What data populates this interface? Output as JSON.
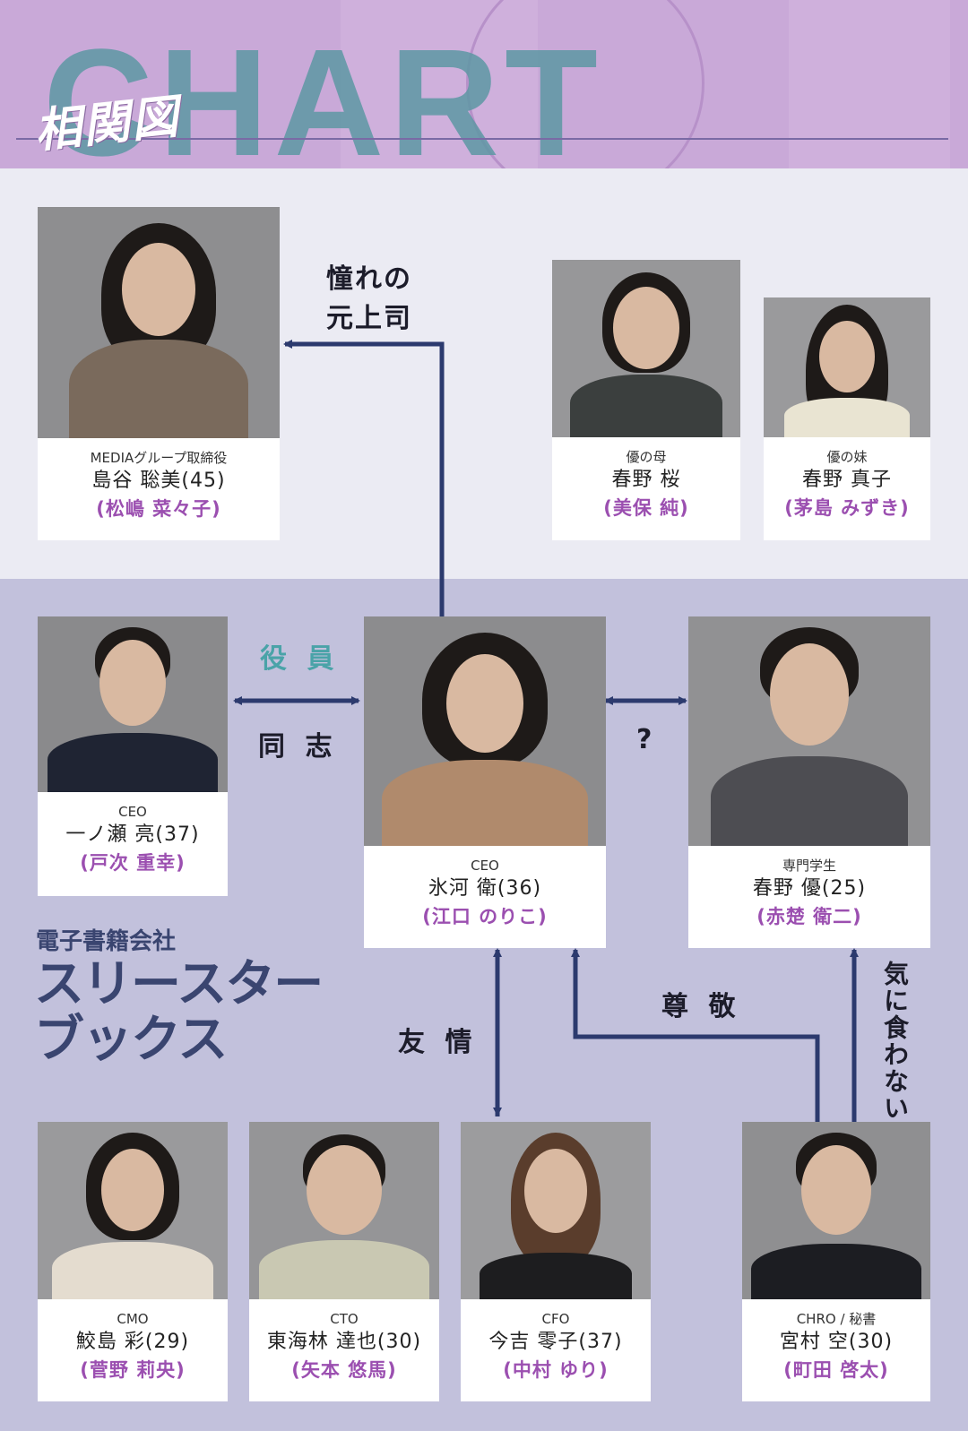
{
  "header": {
    "background_word": "CHART",
    "title": "相関図"
  },
  "relations": {
    "admire": [
      "憧れの",
      "元上司"
    ],
    "officer": "役 員",
    "comrade": "同 志",
    "question": "?",
    "friendship": "友 情",
    "respect": "尊 敬",
    "dislike": "気に食わない"
  },
  "company": {
    "type": "電子書籍会社",
    "name": "スリースター ブックス"
  },
  "people": {
    "shimatani": {
      "role": "MEDIAグループ取締役",
      "name": "島谷 聡美(45)",
      "actor": "(松嶋 菜々子)"
    },
    "haruno_sakura": {
      "role": "優の母",
      "name": "春野 桜",
      "actor": "(美保 純)"
    },
    "haruno_mako": {
      "role": "優の妹",
      "name": "春野 真子",
      "actor": "(茅島 みずき)"
    },
    "ichinose": {
      "role": "CEO",
      "name": "一ノ瀬 亮(37)",
      "actor": "(戸次 重幸)"
    },
    "hikawa": {
      "role": "CEO",
      "name": "氷河 衛(36)",
      "actor": "(江口 のりこ)"
    },
    "haruno_yu": {
      "role": "専門学生",
      "name": "春野 優(25)",
      "actor": "(赤楚 衛二)"
    },
    "samejima": {
      "role": "CMO",
      "name": "鮫島 彩(29)",
      "actor": "(菅野 莉央)"
    },
    "tokairin": {
      "role": "CTO",
      "name": "東海林 達也(30)",
      "actor": "(矢本 悠馬)"
    },
    "imayoshi": {
      "role": "CFO",
      "name": "今吉 零子(37)",
      "actor": "(中村 ゆり)"
    },
    "miyamura": {
      "role": "CHRO / 秘書",
      "name": "宮村 空(30)",
      "actor": "(町田 啓太)"
    }
  },
  "colors": {
    "header": "#c9a9d8",
    "lower_panel": "#c2c1dc",
    "connector": "#2c3a6e",
    "actor_text": "#9b4fb0",
    "officer_label": "#4aa3a8",
    "company_text": "#3a4570"
  }
}
